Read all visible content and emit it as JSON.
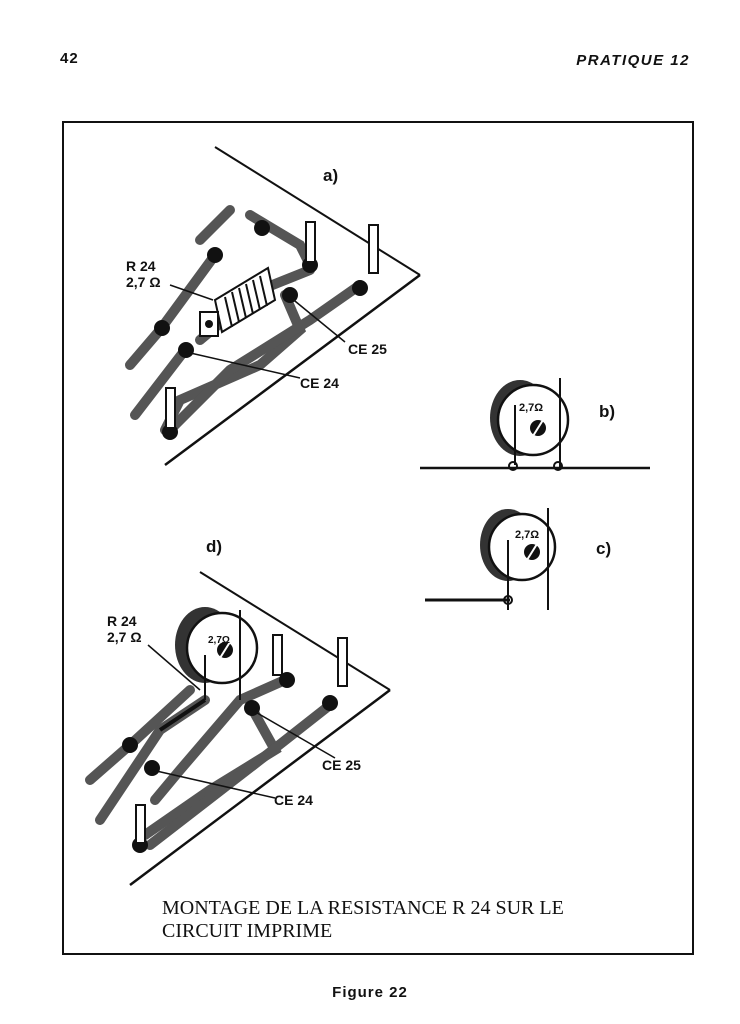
{
  "header": {
    "page_number": "42",
    "running_title": "PRATIQUE 12"
  },
  "figure": {
    "panels": {
      "a": "a)",
      "b": "b)",
      "c": "c)",
      "d": "d)"
    },
    "labels": {
      "r24": "R 24",
      "r24_value": "2,7 Ω",
      "ce25": "CE 25",
      "ce24": "CE 24",
      "resistor_marking": "2,7Ω"
    },
    "caption": {
      "line1": "MONTAGE DE LA RESISTANCE R 24 SUR LE",
      "line2": "CIRCUIT IMPRIME"
    },
    "figure_label": "Figure 22"
  }
}
